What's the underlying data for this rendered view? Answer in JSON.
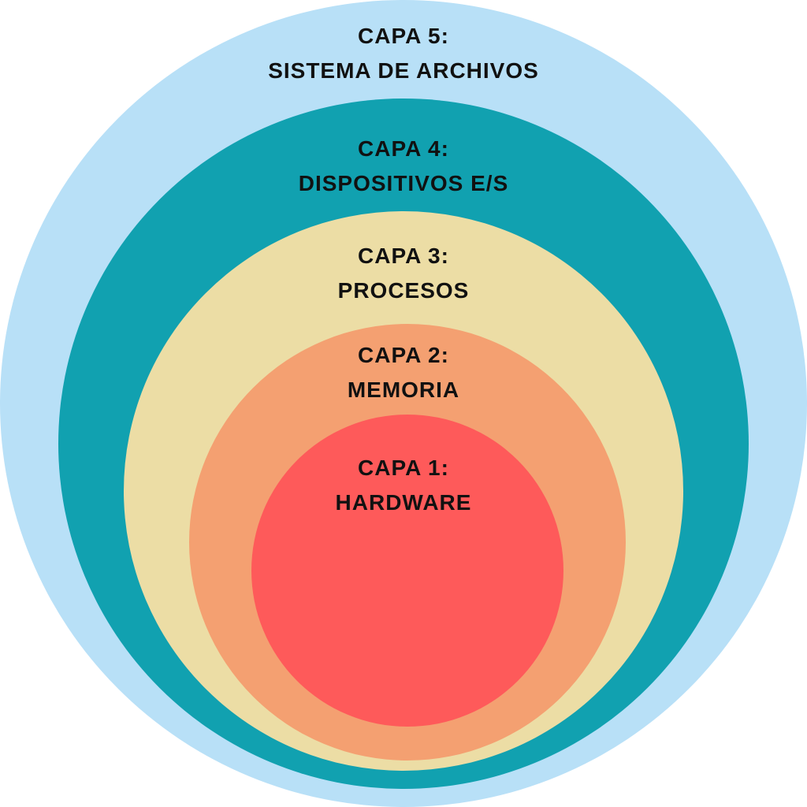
{
  "layers": [
    {
      "id": 5,
      "title": "CAPA 5:",
      "name": "SISTEMA DE ARCHIVOS",
      "color": "#b8e0f7"
    },
    {
      "id": 4,
      "title": "CAPA 4:",
      "name": "DISPOSITIVOS E/S",
      "color": "#11a1b0"
    },
    {
      "id": 3,
      "title": "CAPA 3:",
      "name": "PROCESOS",
      "color": "#ecdda5"
    },
    {
      "id": 2,
      "title": "CAPA 2:",
      "name": "MEMORIA",
      "color": "#f4a071"
    },
    {
      "id": 1,
      "title": "CAPA 1:",
      "name": "HARDWARE",
      "color": "#fe5a5a"
    }
  ]
}
